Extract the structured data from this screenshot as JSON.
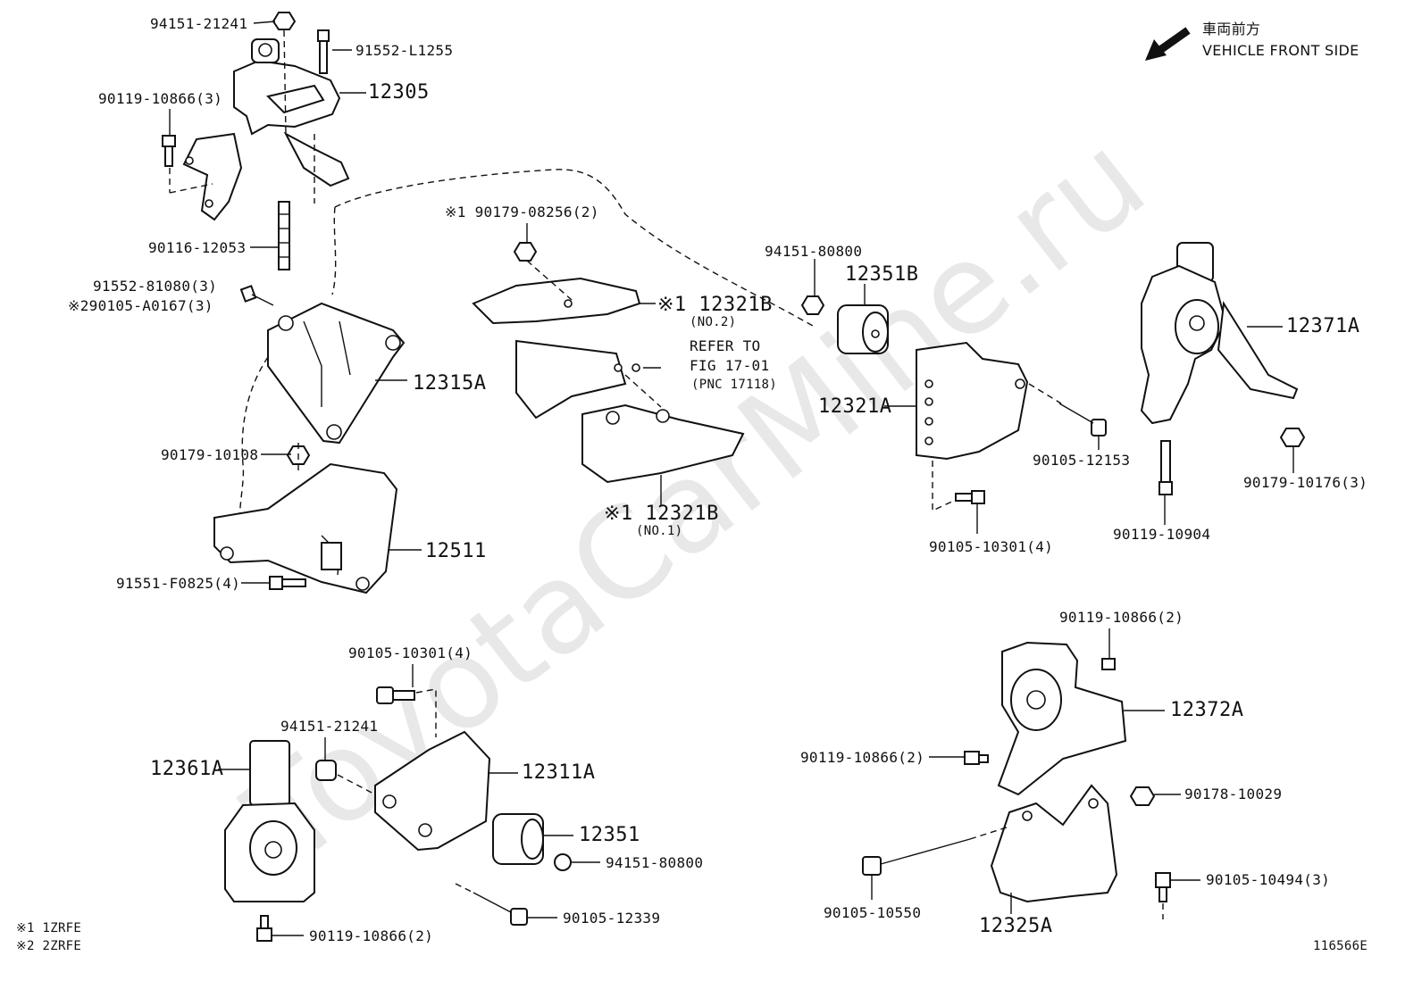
{
  "header": {
    "title_jp": "車両前方",
    "title_en": "VEHICLE FRONT SIDE"
  },
  "watermark": "ToyotaCarMine.ru",
  "diagram_id": "116566E",
  "notes": [
    "※1 1ZRFE",
    "※2 2ZRFE"
  ],
  "labels": {
    "l94151_21241_top": "94151-21241",
    "l91552_L1255": "91552-L1255",
    "l90119_10866_3": "90119-10866(3)",
    "l12305": "12305",
    "l90116_12053": "90116-12053",
    "l91552_81080": "91552-81080(3)",
    "l90105_A0167": "※290105-A0167(3)",
    "l12315A": "12315A",
    "l90179_10108": "90179-10108",
    "l12511": "12511",
    "l91551_F0825": "91551-F0825(4)",
    "l90179_08256": "※1 90179-08256(2)",
    "l12321B_no2": "※1 12321B",
    "l_no2": "(NO.2)",
    "l_refer": "REFER TO",
    "l_fig": "FIG 17-01",
    "l_pnc": "(PNC 17118)",
    "l12321B_no1": "※1 12321B",
    "l_no1": "(NO.1)",
    "l94151_80800_top": "94151-80800",
    "l12351B": "12351B",
    "l12321A": "12321A",
    "l90105_12153": "90105-12153",
    "l90105_10301_right": "90105-10301(4)",
    "l12371A": "12371A",
    "l90179_10176": "90179-10176(3)",
    "l90119_10904": "90119-10904",
    "l90105_10301_bottom": "90105-10301(4)",
    "l94151_21241_bottom": "94151-21241",
    "l12361A": "12361A",
    "l12311A": "12311A",
    "l12351": "12351",
    "l94151_80800_bottom": "94151-80800",
    "l90105_12339": "90105-12339",
    "l90119_10866_2_bottom": "90119-10866(2)",
    "l90119_10866_2_top": "90119-10866(2)",
    "l12372A": "12372A",
    "l90119_10866_2_mid": "90119-10866(2)",
    "l90178_10029": "90178-10029",
    "l90105_10494": "90105-10494(3)",
    "l90105_10550": "90105-10550",
    "l12325A": "12325A"
  }
}
